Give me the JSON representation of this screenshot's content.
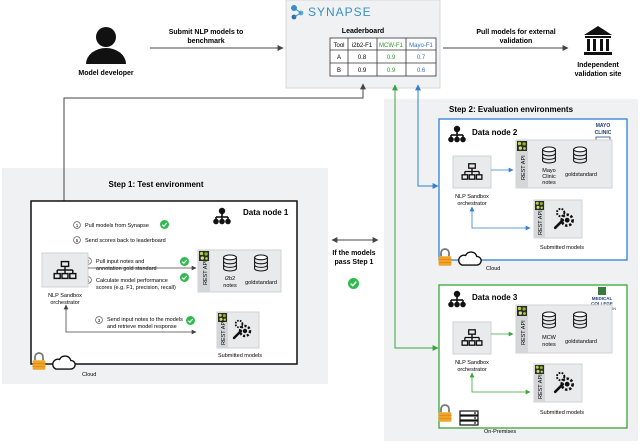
{
  "top": {
    "developer_label": "Model developer",
    "submit_label_1": "Submit NLP models to",
    "submit_label_2": "benchmark",
    "synapse_name": "SYNAPSE",
    "leaderboard": {
      "title": "Leaderboard",
      "headers": [
        "Tool",
        "i2b2-F1",
        "MCW-F1",
        "Mayo-F1"
      ],
      "rows": [
        [
          "A",
          "0.8",
          "0.9",
          "0.7"
        ],
        [
          "B",
          "0.9",
          "0.9",
          "0.6"
        ]
      ]
    },
    "pull_label_1": "Pull models for external",
    "pull_label_2": "validation",
    "validation_label_1": "Independent",
    "validation_label_2": "validation site"
  },
  "step1": {
    "title": "Step 1: Test environment",
    "node_title": "Data node 1",
    "steps": [
      {
        "num": "1",
        "text": "Pull models from Synapse"
      },
      {
        "num": "5",
        "text": "Send scores back to leaderboard"
      },
      {
        "num": "2",
        "text": "Pull input notes and",
        "text2": "annotation gold standard"
      },
      {
        "num": "4",
        "text": "Calculate model performance",
        "text2": "scores (e.g. F1, precision, recall)"
      },
      {
        "num": "3",
        "text": "Send input notes to the models",
        "text2": "and retrieve model response"
      }
    ],
    "orchestrator_1": "NLP Sandbox",
    "orchestrator_2": "orchestrator",
    "rest_api": "REST API",
    "notes": "i2b2",
    "notes2": "notes",
    "gold": "goldstandard",
    "submitted": "Submitted models",
    "cloud": "Cloud"
  },
  "middle": {
    "line1": "If the models",
    "line2": "pass Step 1"
  },
  "step2": {
    "title": "Step 2: Evaluation environments",
    "node2": {
      "title": "Data node 2",
      "logo_1": "MAYO",
      "logo_2": "CLINIC",
      "orchestrator_1": "NLP Sandbox",
      "orchestrator_2": "orchestrator",
      "rest_api": "REST API",
      "notes_1": "Mayo",
      "notes_2": "Clinic",
      "notes_3": "notes",
      "gold": "goldstandard",
      "submitted": "Submitted models",
      "cloud": "Cloud"
    },
    "node3": {
      "title": "Data node 3",
      "logo_1": "MEDICAL",
      "logo_2": "COLLEGE",
      "logo_3": "OF WISCONSIN",
      "orchestrator_1": "NLP Sandbox",
      "orchestrator_2": "orchestrator",
      "rest_api": "REST API",
      "notes_1": "MCW",
      "notes_2": "notes",
      "gold": "goldstandard",
      "submitted": "Submitted models",
      "onprem": "On-Premises"
    }
  },
  "colors": {
    "panel_bg": "#f0f1f3",
    "blue": "#2f7fd6",
    "green": "#3aa53a",
    "check": "#2dbb4e",
    "lock": "#f0a52a",
    "leaderboard_mcw": "#2a9a2a",
    "leaderboard_mayo": "#2f6fd6"
  }
}
